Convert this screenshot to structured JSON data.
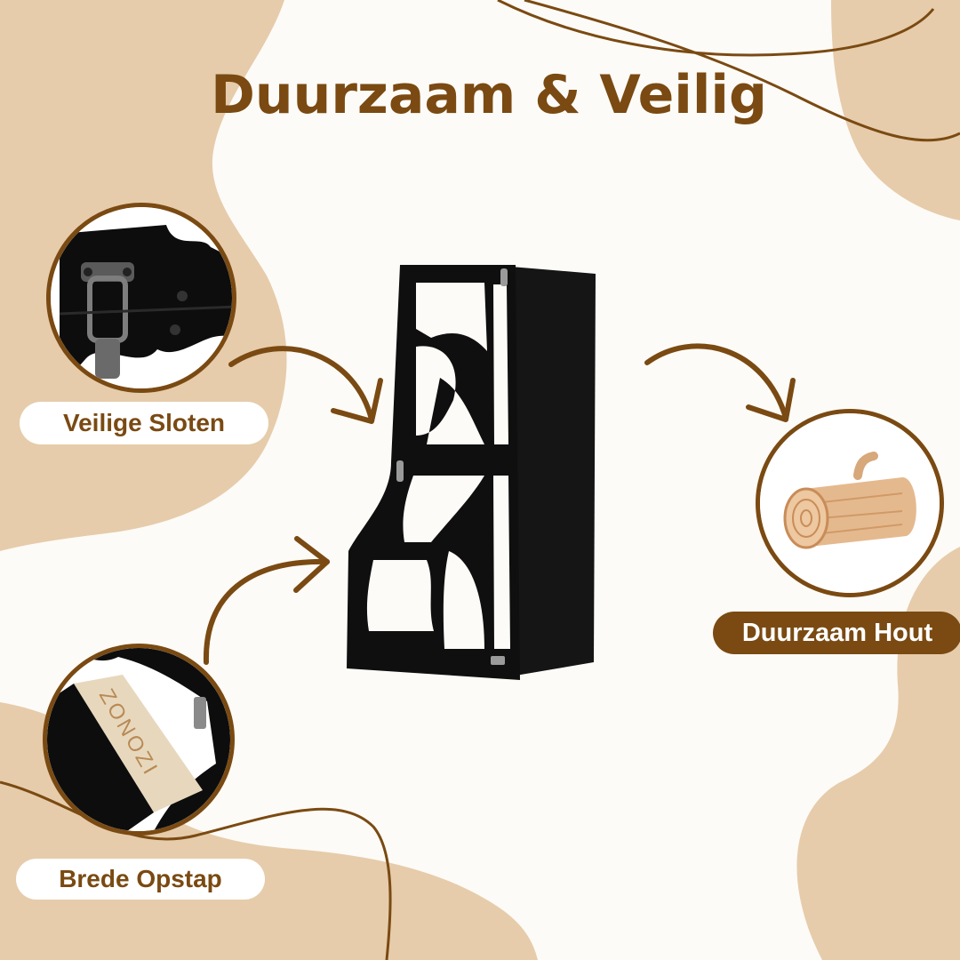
{
  "title": "Duurzaam & Veilig",
  "colors": {
    "brand_brown": "#7a4a12",
    "beige_blob": "#e6ccab",
    "background": "#fdfbf7",
    "product_black": "#111111",
    "plywood": "#e8dcc4"
  },
  "features": [
    {
      "label": "Veilige Sloten",
      "icon": "latch-closeup-image"
    },
    {
      "label": "Brede Opstap",
      "icon": "step-closeup-image",
      "engraving": "ZONOZI"
    },
    {
      "label": "Duurzaam Hout",
      "icon": "wood-log-icon"
    }
  ]
}
